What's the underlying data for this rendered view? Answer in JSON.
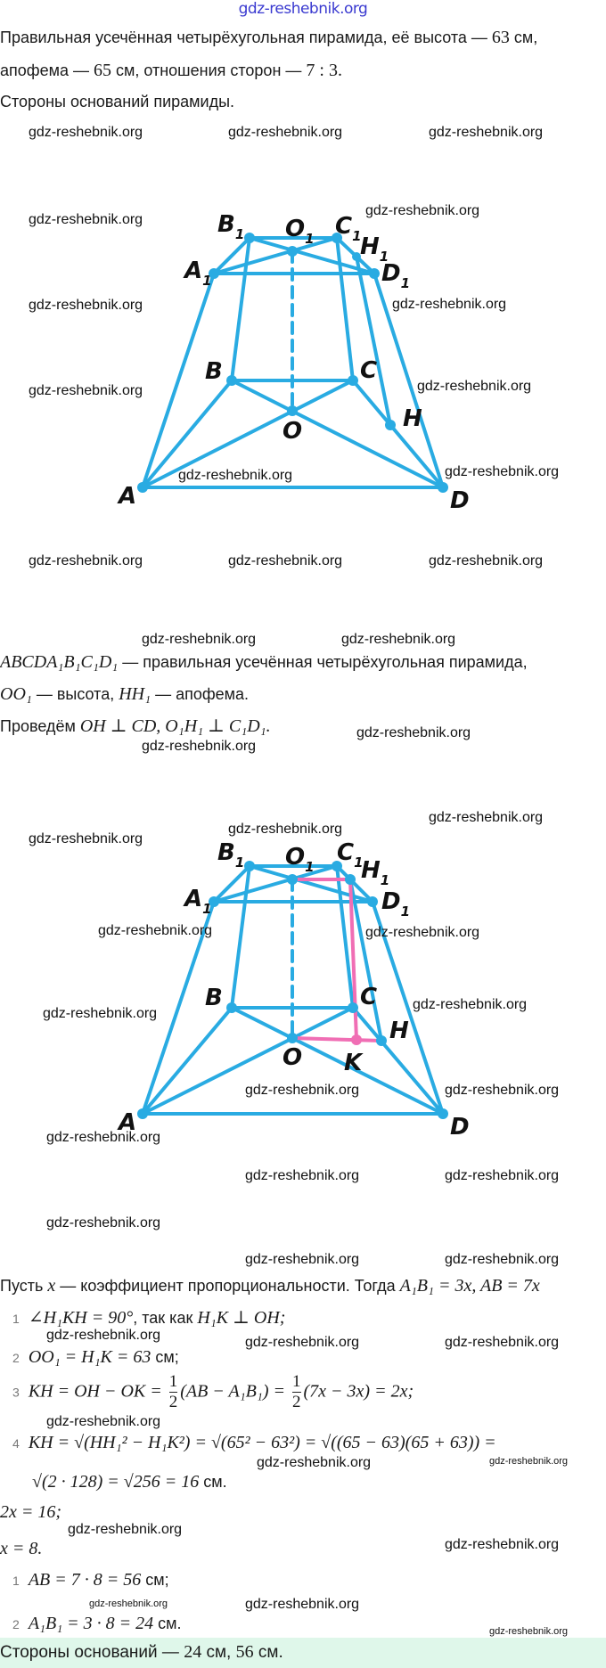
{
  "header_watermark": "gdz-reshebnik.org",
  "watermark": "gdz-reshebnik.org",
  "problem": {
    "line1_text": "Правильная усечённая четырёхугольная пирамида, её высота — ",
    "line1_val": "63",
    "line1_unit": " см,",
    "line2_text": "апофема — ",
    "line2_val": "65",
    "line2_mid": " см, отношения сторон — ",
    "line2_ratio": "7 : 3.",
    "question": "Стороны оснований пирамиды."
  },
  "figure_labels": {
    "A": "A",
    "B": "B",
    "C": "C",
    "D": "D",
    "O": "O",
    "H": "H",
    "K": "K",
    "A1": "A",
    "B1": "B",
    "C1": "C",
    "D1": "D",
    "O1": "O",
    "H1": "H",
    "sub1": "1"
  },
  "colors": {
    "edge": "#29abe2",
    "highlight": "#f06eb4",
    "answer_bg": "#dff7ea"
  },
  "given": {
    "line1_math": "ABCDA₁B₁C₁D₁",
    "line1_text": " — правильная усечённая четырёхугольная пирамида,",
    "line2_math1": "OO₁",
    "line2_text1": " — высота, ",
    "line2_math2": "HH₁",
    "line2_text2": " — апофема.",
    "line3_text": "Проведём ",
    "line3_math": "OH ⊥ CD, O₁H₁ ⊥ C₁D₁."
  },
  "solution": {
    "intro_text1": "Пусть ",
    "intro_x": "x",
    "intro_text2": " — коэффициент пропорциональности. Тогда ",
    "intro_math": "A₁B₁ = 3x, AB = 7x",
    "steps": [
      {
        "num": "1",
        "math": "∠H₁KH = 90°",
        "text": ", так как ",
        "math2": "H₁K ⊥ OH;"
      },
      {
        "num": "2",
        "math": "OO₁ = H₁K = 63",
        "text": " см;"
      },
      {
        "num": "3",
        "math_a": "KH = OH − OK = ",
        "frac_num": "1",
        "frac_den": "2",
        "math_b": "(AB − A₁B₁) = ",
        "math_c": "(7x − 3x) = 2x;"
      },
      {
        "num": "4",
        "math": "KH = √(HH₁² − H₁K²) = √(65² − 63²) = √((65 − 63)(65 + 63)) =",
        "math_cont": "√(2 · 128) = √256 = 16",
        "text": " см."
      }
    ],
    "eq1": "2x = 16;",
    "eq2": "x = 8.",
    "results": [
      {
        "num": "1",
        "math": "AB = 7 · 8 = 56",
        "text": " см;"
      },
      {
        "num": "2",
        "math": "A₁B₁ = 3 · 8 = 24",
        "text": " см."
      }
    ]
  },
  "answer": {
    "text": "Стороны оснований — ",
    "math": "24",
    "text2": " см, ",
    "math2": "56",
    "text3": " см."
  }
}
